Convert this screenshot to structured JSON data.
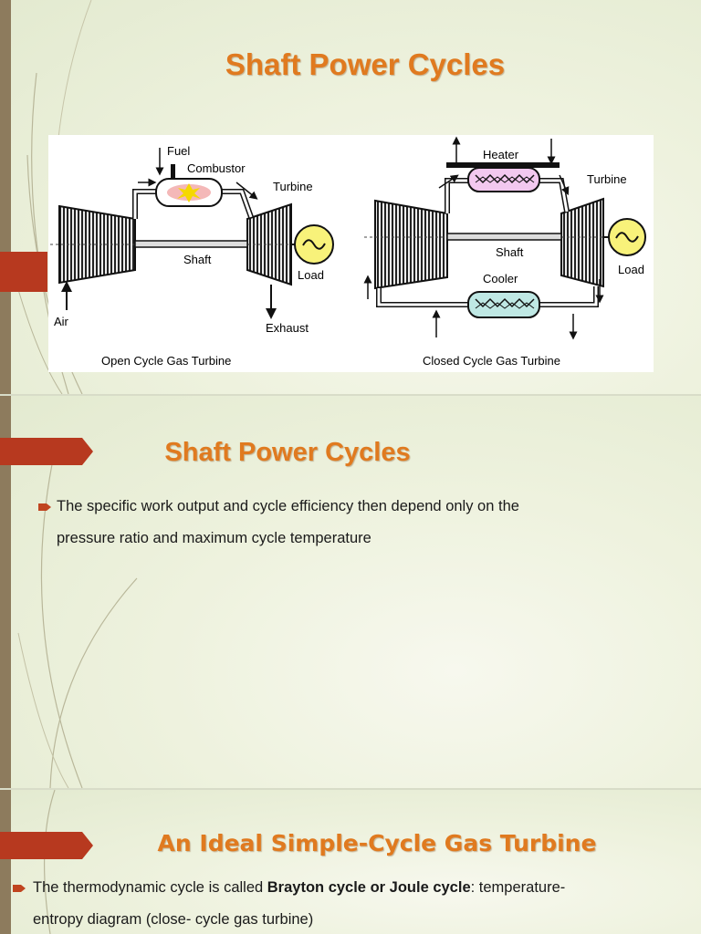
{
  "slide1": {
    "title": "Shaft Power Cycles",
    "diagram": {
      "open": {
        "caption": "Open Cycle Gas Turbine",
        "fuel": "Fuel",
        "combustor": "Combustor",
        "turbine": "Turbine",
        "shaft": "Shaft",
        "load": "Load",
        "air": "Air",
        "exhaust": "Exhaust"
      },
      "closed": {
        "caption": "Closed Cycle Gas Turbine",
        "heater": "Heater",
        "turbine": "Turbine",
        "shaft": "Shaft",
        "load": "Load",
        "cooler": "Cooler"
      }
    }
  },
  "slide2": {
    "title": "Shaft Power Cycles",
    "bullet_line1": "The specific work output and cycle efficiency then depend only on the",
    "bullet_line2": "pressure ratio and maximum cycle temperature"
  },
  "slide3": {
    "title": "An Ideal Simple-Cycle Gas Turbine",
    "bullet_prefix": "The thermodynamic cycle is called ",
    "bullet_bold": "Brayton cycle or Joule cycle",
    "bullet_suffix": ": temperature-",
    "bullet_line2": "entropy diagram (close- cycle gas turbine)"
  },
  "colors": {
    "title": "#e07a1f",
    "ribbon": "#b7391f",
    "left_bar": "#8d7b5d"
  }
}
